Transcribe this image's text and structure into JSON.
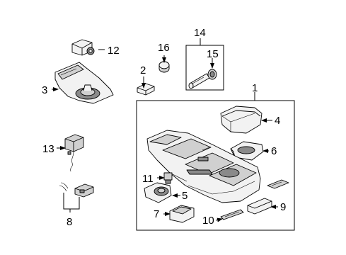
{
  "diagram": {
    "callouts": [
      "1",
      "2",
      "3",
      "4",
      "5",
      "6",
      "7",
      "8",
      "9",
      "10",
      "11",
      "12",
      "13",
      "14",
      "15",
      "16"
    ]
  },
  "colors": {
    "line": "#000000",
    "part_fill": "#f2f2f2",
    "part_shade": "#d0d0d0",
    "part_dark": "#8a8a8a",
    "background": "#ffffff"
  }
}
